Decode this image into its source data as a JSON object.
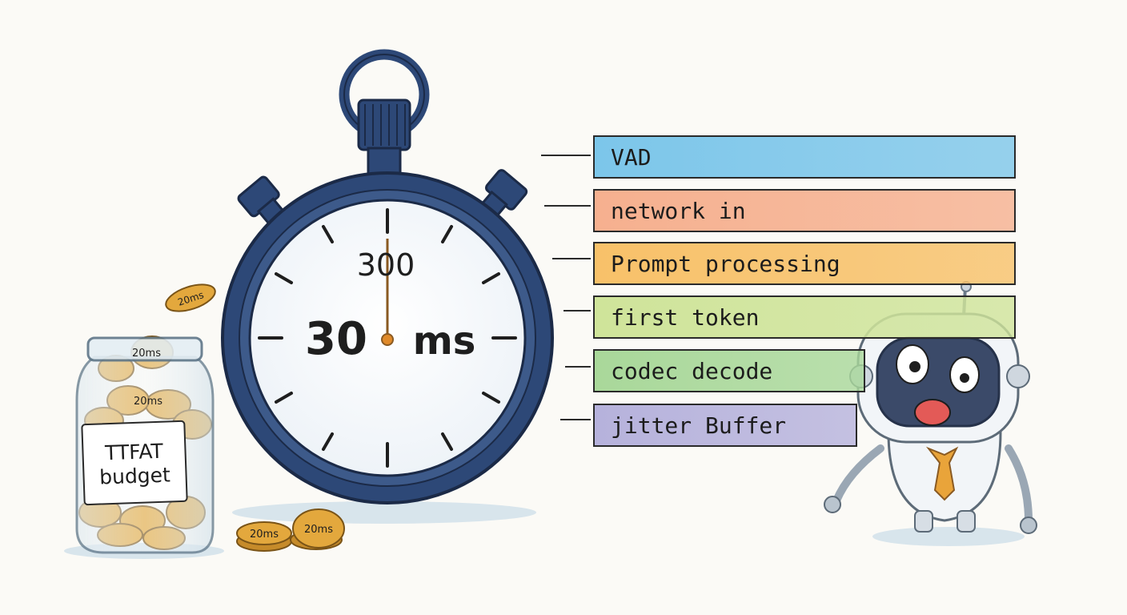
{
  "stopwatch": {
    "top_mark": "300",
    "readout_value": "30",
    "readout_unit": "ms"
  },
  "jar": {
    "label_line1": "TTFAT",
    "label_line2": "budget"
  },
  "coins": {
    "label": "20ms"
  },
  "stages": [
    {
      "label": "VAD",
      "color": "#7cc6ea"
    },
    {
      "label": "network in",
      "color": "#f6b08f"
    },
    {
      "label": "Prompt processing",
      "color": "#f8c169"
    },
    {
      "label": "first token",
      "color": "#cfe49a"
    },
    {
      "label": "codec decode",
      "color": "#a9d89a"
    },
    {
      "label": "jitter Buffer",
      "color": "#b6b2dc"
    }
  ],
  "colors": {
    "stopwatch_body": "#2d4877",
    "coin": "#e3a83d",
    "robot_face": "#3b4a69"
  }
}
